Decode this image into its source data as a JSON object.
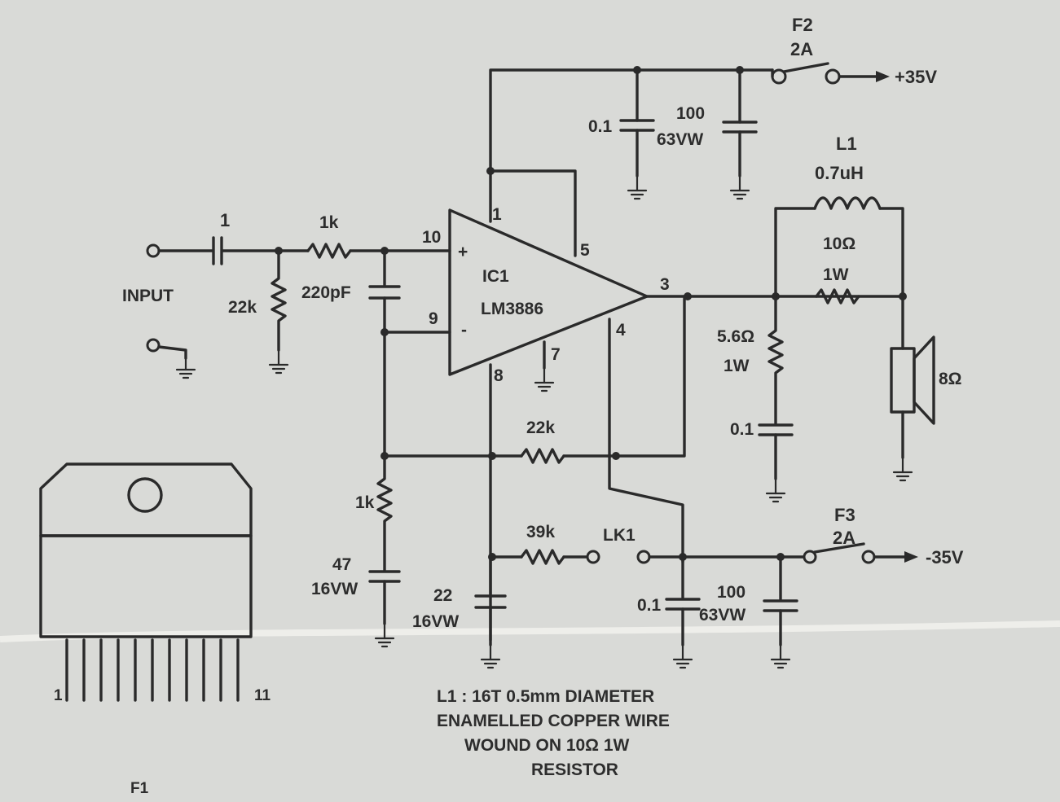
{
  "labels": {
    "f2": "F2",
    "f2_rating": "2A",
    "pos_rail": "+35V",
    "neg_rail": "-35V",
    "f3": "F3",
    "f3_rating": "2A",
    "input": "INPUT",
    "c_in": "1",
    "r_in": "1k",
    "r_bias": "22k",
    "c_220": "220pF",
    "c_top_01": "0.1",
    "c_top_100": "100",
    "c_top_63": "63VW",
    "l1": "L1",
    "l1_val": "0.7uH",
    "r10": "10Ω",
    "r10_w": "1W",
    "r56": "5.6Ω",
    "r56_w": "1W",
    "c_zob": "0.1",
    "spk": "8Ω",
    "ic_name": "IC1",
    "ic_part": "LM3886",
    "pin1": "1",
    "pin5": "5",
    "pin10": "10",
    "pin9": "9",
    "pin3": "3",
    "pin4": "4",
    "pin7": "7",
    "pin8": "8",
    "plus": "+",
    "minus": "-",
    "r_fb": "22k",
    "r_gnd": "1k",
    "c47": "47",
    "c47_v": "16VW",
    "c22": "22",
    "c22_v": "16VW",
    "r39": "39k",
    "lk1": "LK1",
    "c_bot_01": "0.1",
    "c_bot_100": "100",
    "c_bot_63": "63VW",
    "pkg_pin1": "1",
    "pkg_pin11": "11",
    "note": [
      "L1 : 16T 0.5mm DIAMETER",
      "ENAMELLED COPPER WIRE",
      "WOUND ON 10Ω 1W",
      "RESISTOR"
    ],
    "f1": "F1"
  }
}
